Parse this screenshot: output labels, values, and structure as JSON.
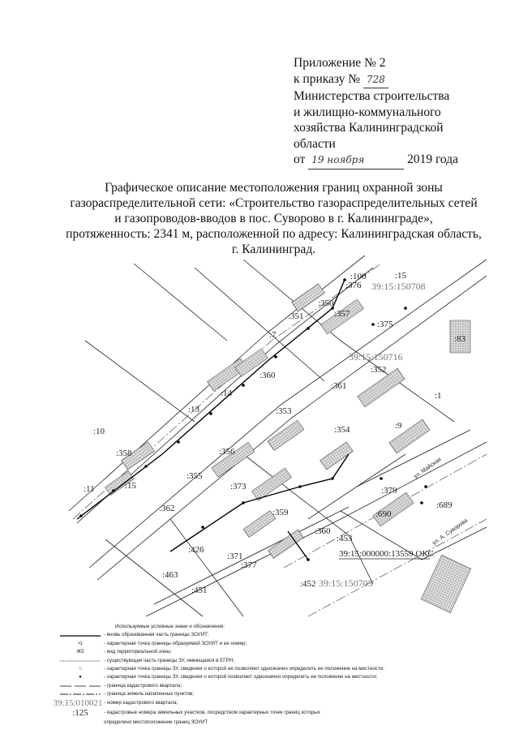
{
  "appendix": {
    "line1": "Приложение № 2",
    "line2_prefix": "к приказу №",
    "order_number": "728",
    "line3": "Министерства строительства",
    "line4": "и жилищно-коммунального",
    "line5": "хозяйства Калининградской",
    "line6": "области",
    "date_prefix": "от",
    "date_handwritten": "19 ноября",
    "date_suffix": "2019 года"
  },
  "title": {
    "line1": "Графическое описание местоположения границ охранной зоны",
    "line2": "газораспределительной сети: «Строительство газораспределительных сетей",
    "line3": "и газопроводов-вводов в пос. Суворово в г. Калининграде»,",
    "line4": "протяженность: 2341 м, расположенной по адресу: Калининградская область,",
    "line5": "г. Калининград."
  },
  "map": {
    "quarters": [
      "39:15:150708",
      "39:15:150716",
      "39:15:150705"
    ],
    "oks_label": "39:15:000000:13559 ОКС",
    "parcels": [
      ":100",
      ":376",
      ":15",
      ":350",
      ":351",
      ":357",
      ":7",
      ":375",
      ":83",
      ":352",
      ":360",
      ":14",
      ":353",
      ":361",
      ":1",
      ":13",
      ":354",
      ":9",
      ":356",
      ":358",
      ":373",
      ":355",
      ":15",
      ":11",
      ":379",
      ":689",
      ":690",
      ":362",
      ":359",
      ":360",
      ":453",
      ":371",
      ":377",
      ":463",
      ":451",
      ":452",
      ":10",
      ":426"
    ],
    "streets": [
      "ул. Майская",
      "ул. А. Суворова"
    ]
  },
  "legend": {
    "heading": "Используемые условные знаки и обозначения:",
    "items": [
      {
        "symbol": "",
        "text": "- вновь образованная часть границы ЗОУИТ;"
      },
      {
        "symbol": "•1",
        "text": "- характерная точка границы образуемой ЗОУИТ и ее номер;"
      },
      {
        "symbol": "Ж5",
        "text": "- вид территориальной зоны;"
      },
      {
        "symbol": "",
        "text": "- существующая часть границы ЗУ, имеющаяся в ЕГРН;"
      },
      {
        "symbol": "○",
        "text": "- характерная точка границы ЗУ, сведения о которой не позволяют однозначно определить ее положение на местности;"
      },
      {
        "symbol": "●",
        "text": "- характерная точка границы ЗУ, сведения о которой позволяют однозначно определить ее положение на местности;"
      },
      {
        "symbol": "",
        "text": "- граница кадастрового квартала;"
      },
      {
        "symbol": "",
        "text": "- граница земель населенных пунктов;"
      },
      {
        "symbol": "39:15:010021",
        "text": "- номер кадастрового квартала;"
      },
      {
        "symbol": ":125",
        "text": "- кадастровые номера земельных участков, посредством характерных точек границ которых"
      }
    ],
    "continuation": "определено местоположение границ ЗОУИТ"
  }
}
